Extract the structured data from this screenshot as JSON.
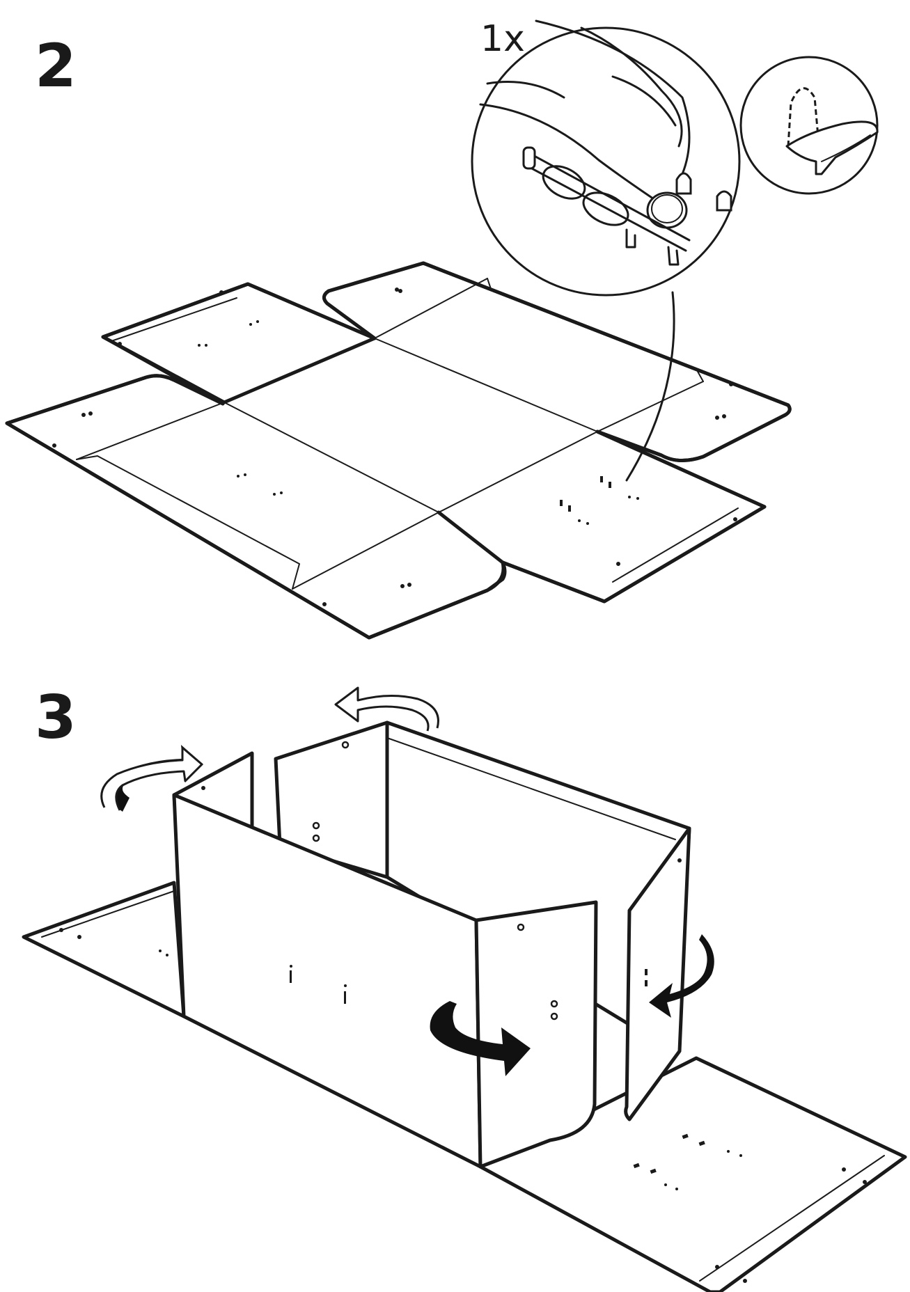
{
  "steps": [
    {
      "number": "2",
      "quantity": "1x"
    },
    {
      "number": "3"
    }
  ],
  "icons": {
    "zoom_detail": "hand-pressing-peg-icon",
    "peg_detail": "plastic-peg-icon",
    "fold_arrows": "curved-rotate-arrow-icon"
  }
}
